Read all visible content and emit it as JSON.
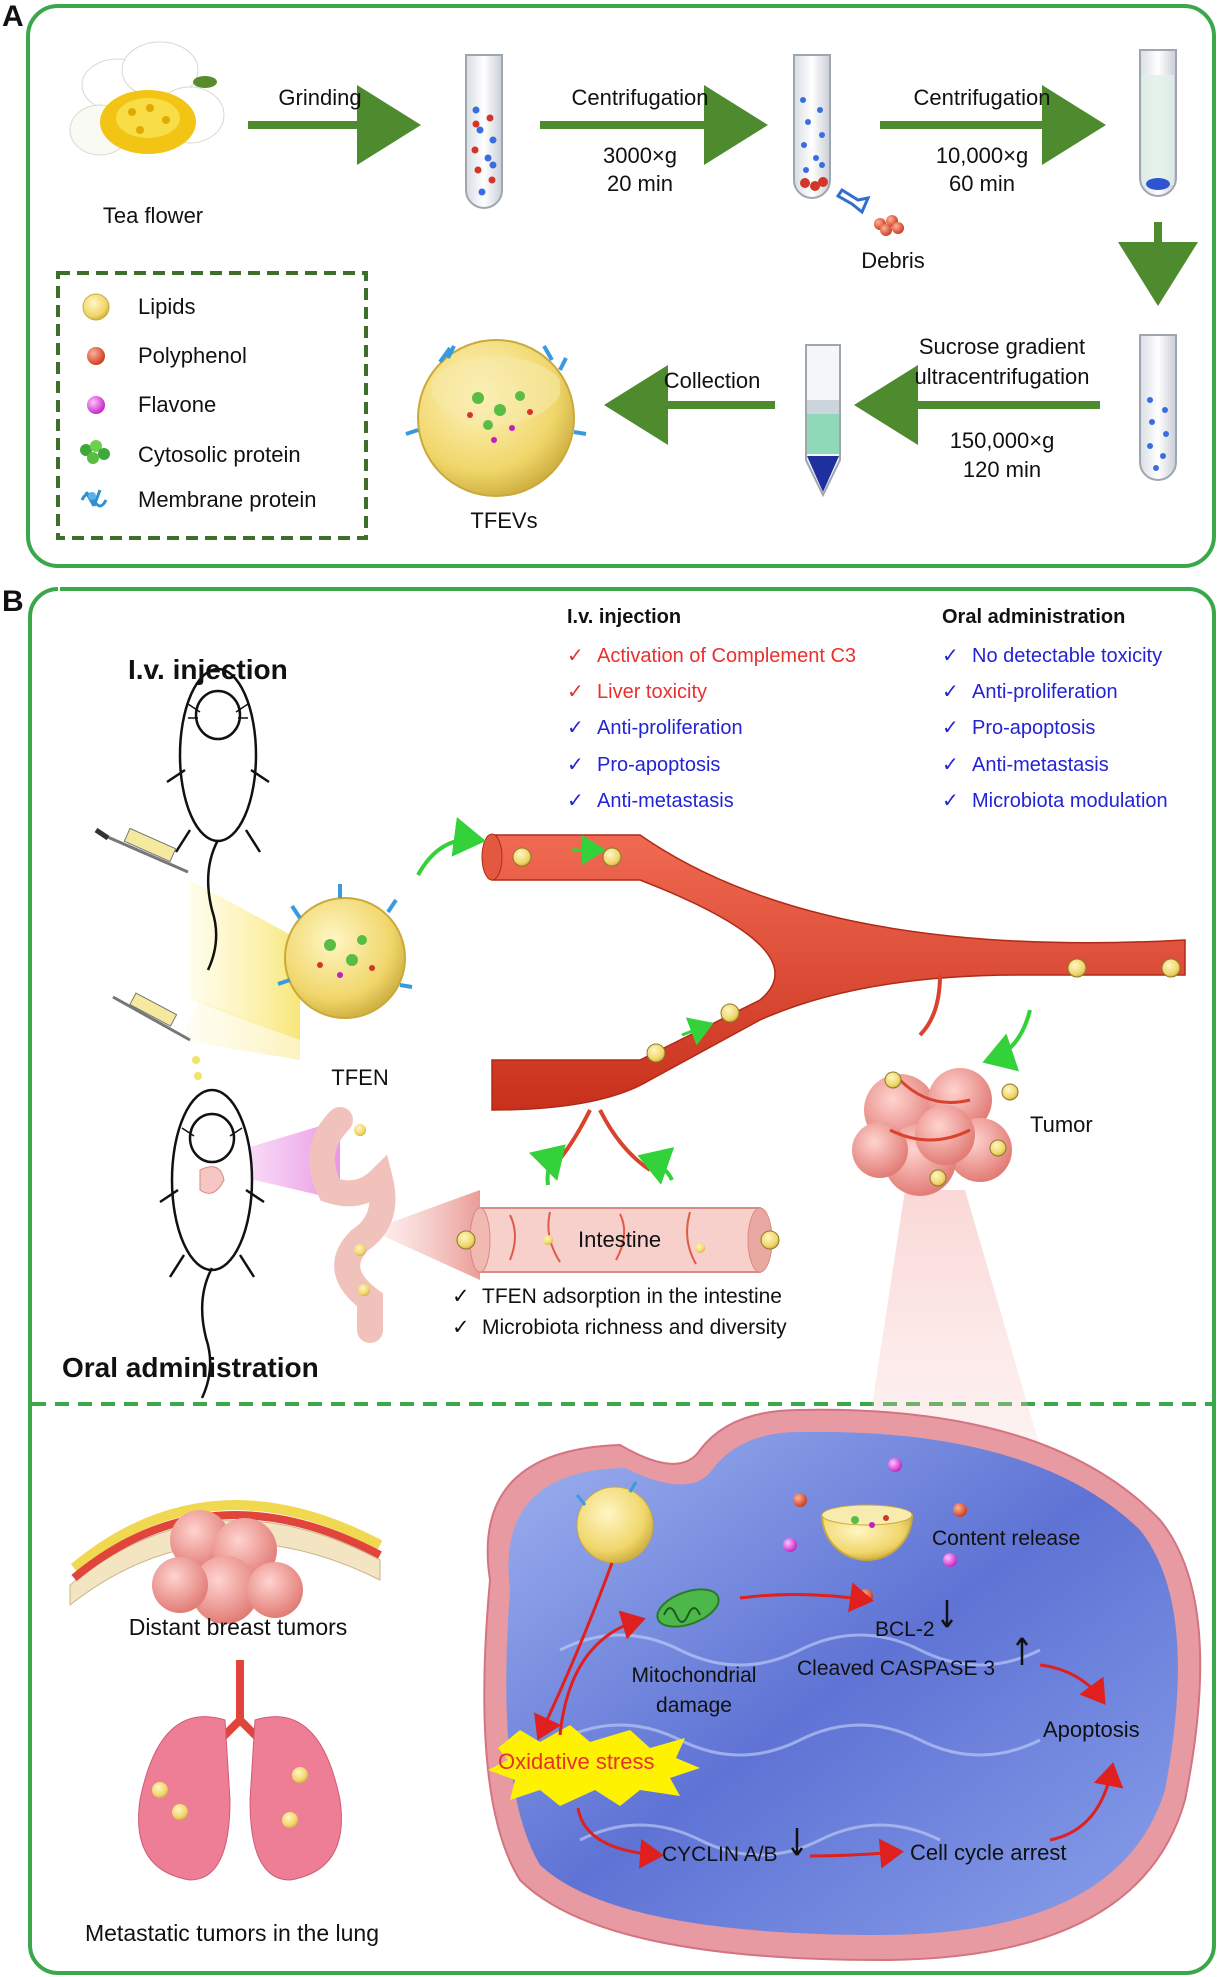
{
  "panel_a": {
    "letter": "A",
    "tea_flower": "Tea flower",
    "steps": {
      "grinding": "Grinding",
      "centrifugation_1": "Centrifugation",
      "centrifugation_1_speed": "3000×g",
      "centrifugation_1_time": "20 min",
      "debris": "Debris",
      "centrifugation_2": "Centrifugation",
      "centrifugation_2_speed": "10,000×g",
      "centrifugation_2_time": "60 min",
      "sucrose_1": "Sucrose gradient",
      "sucrose_2": "ultracentrifugation",
      "sucrose_speed": "150,000×g",
      "sucrose_time": "120 min",
      "collection": "Collection",
      "tfevs": "TFEVs"
    },
    "legend": [
      {
        "label": "Lipids",
        "icon": "lipid-sphere-icon"
      },
      {
        "label": "Polyphenol",
        "icon": "polyphenol-sphere-icon"
      },
      {
        "label": "Flavone",
        "icon": "flavone-sphere-icon"
      },
      {
        "label": "Cytosolic protein",
        "icon": "cytosolic-protein-icon"
      },
      {
        "label": "Membrane protein",
        "icon": "membrane-protein-icon"
      }
    ]
  },
  "panel_b": {
    "letter": "B",
    "iv_title": "I.v. injection",
    "oral_title": "Oral administration",
    "tfen": "TFEN",
    "tumor": "Tumor",
    "intestine": "Intestine",
    "iv_column": {
      "header": "I.v. injection",
      "items": [
        {
          "text": "Activation of Complement C3",
          "color": "red"
        },
        {
          "text": "Liver toxicity",
          "color": "red"
        },
        {
          "text": "Anti-proliferation",
          "color": "blue"
        },
        {
          "text": "Pro-apoptosis",
          "color": "blue"
        },
        {
          "text": "Anti-metastasis",
          "color": "blue"
        }
      ]
    },
    "oral_column": {
      "header": "Oral administration",
      "items": [
        {
          "text": "No detectable toxicity",
          "color": "blue"
        },
        {
          "text": "Anti-proliferation",
          "color": "blue"
        },
        {
          "text": "Pro-apoptosis",
          "color": "blue"
        },
        {
          "text": "Anti-metastasis",
          "color": "blue"
        },
        {
          "text": "Microbiota modulation",
          "color": "blue"
        }
      ]
    },
    "intestine_notes": [
      "TFEN adsorption in the intestine",
      "Microbiota richness and diversity"
    ],
    "distant_tumors": "Distant breast tumors",
    "lung_tumors": "Metastatic tumors in the lung",
    "cell": {
      "content_release": "Content release",
      "bcl2": "BCL-2",
      "caspase": "Cleaved CASPASE 3",
      "mito_1": "Mitochondrial",
      "mito_2": "damage",
      "apoptosis": "Apoptosis",
      "oxidative": "Oxidative stress",
      "cyclin": "CYCLIN A/B",
      "cell_cycle": "Cell cycle arrest"
    },
    "check_mark": "✓"
  },
  "colors": {
    "frame_green": "#3aa84a",
    "arrow_green": "#4e8a2e",
    "dashed_green": "#3d6e2a",
    "vessel_red": "#e0492f",
    "text_red": "#e8312f",
    "text_blue": "#2323d6",
    "lipid_yellow": "#f2dc78",
    "cell_membrane": "#e79aa2",
    "cell_water": "#6b7fd8"
  }
}
